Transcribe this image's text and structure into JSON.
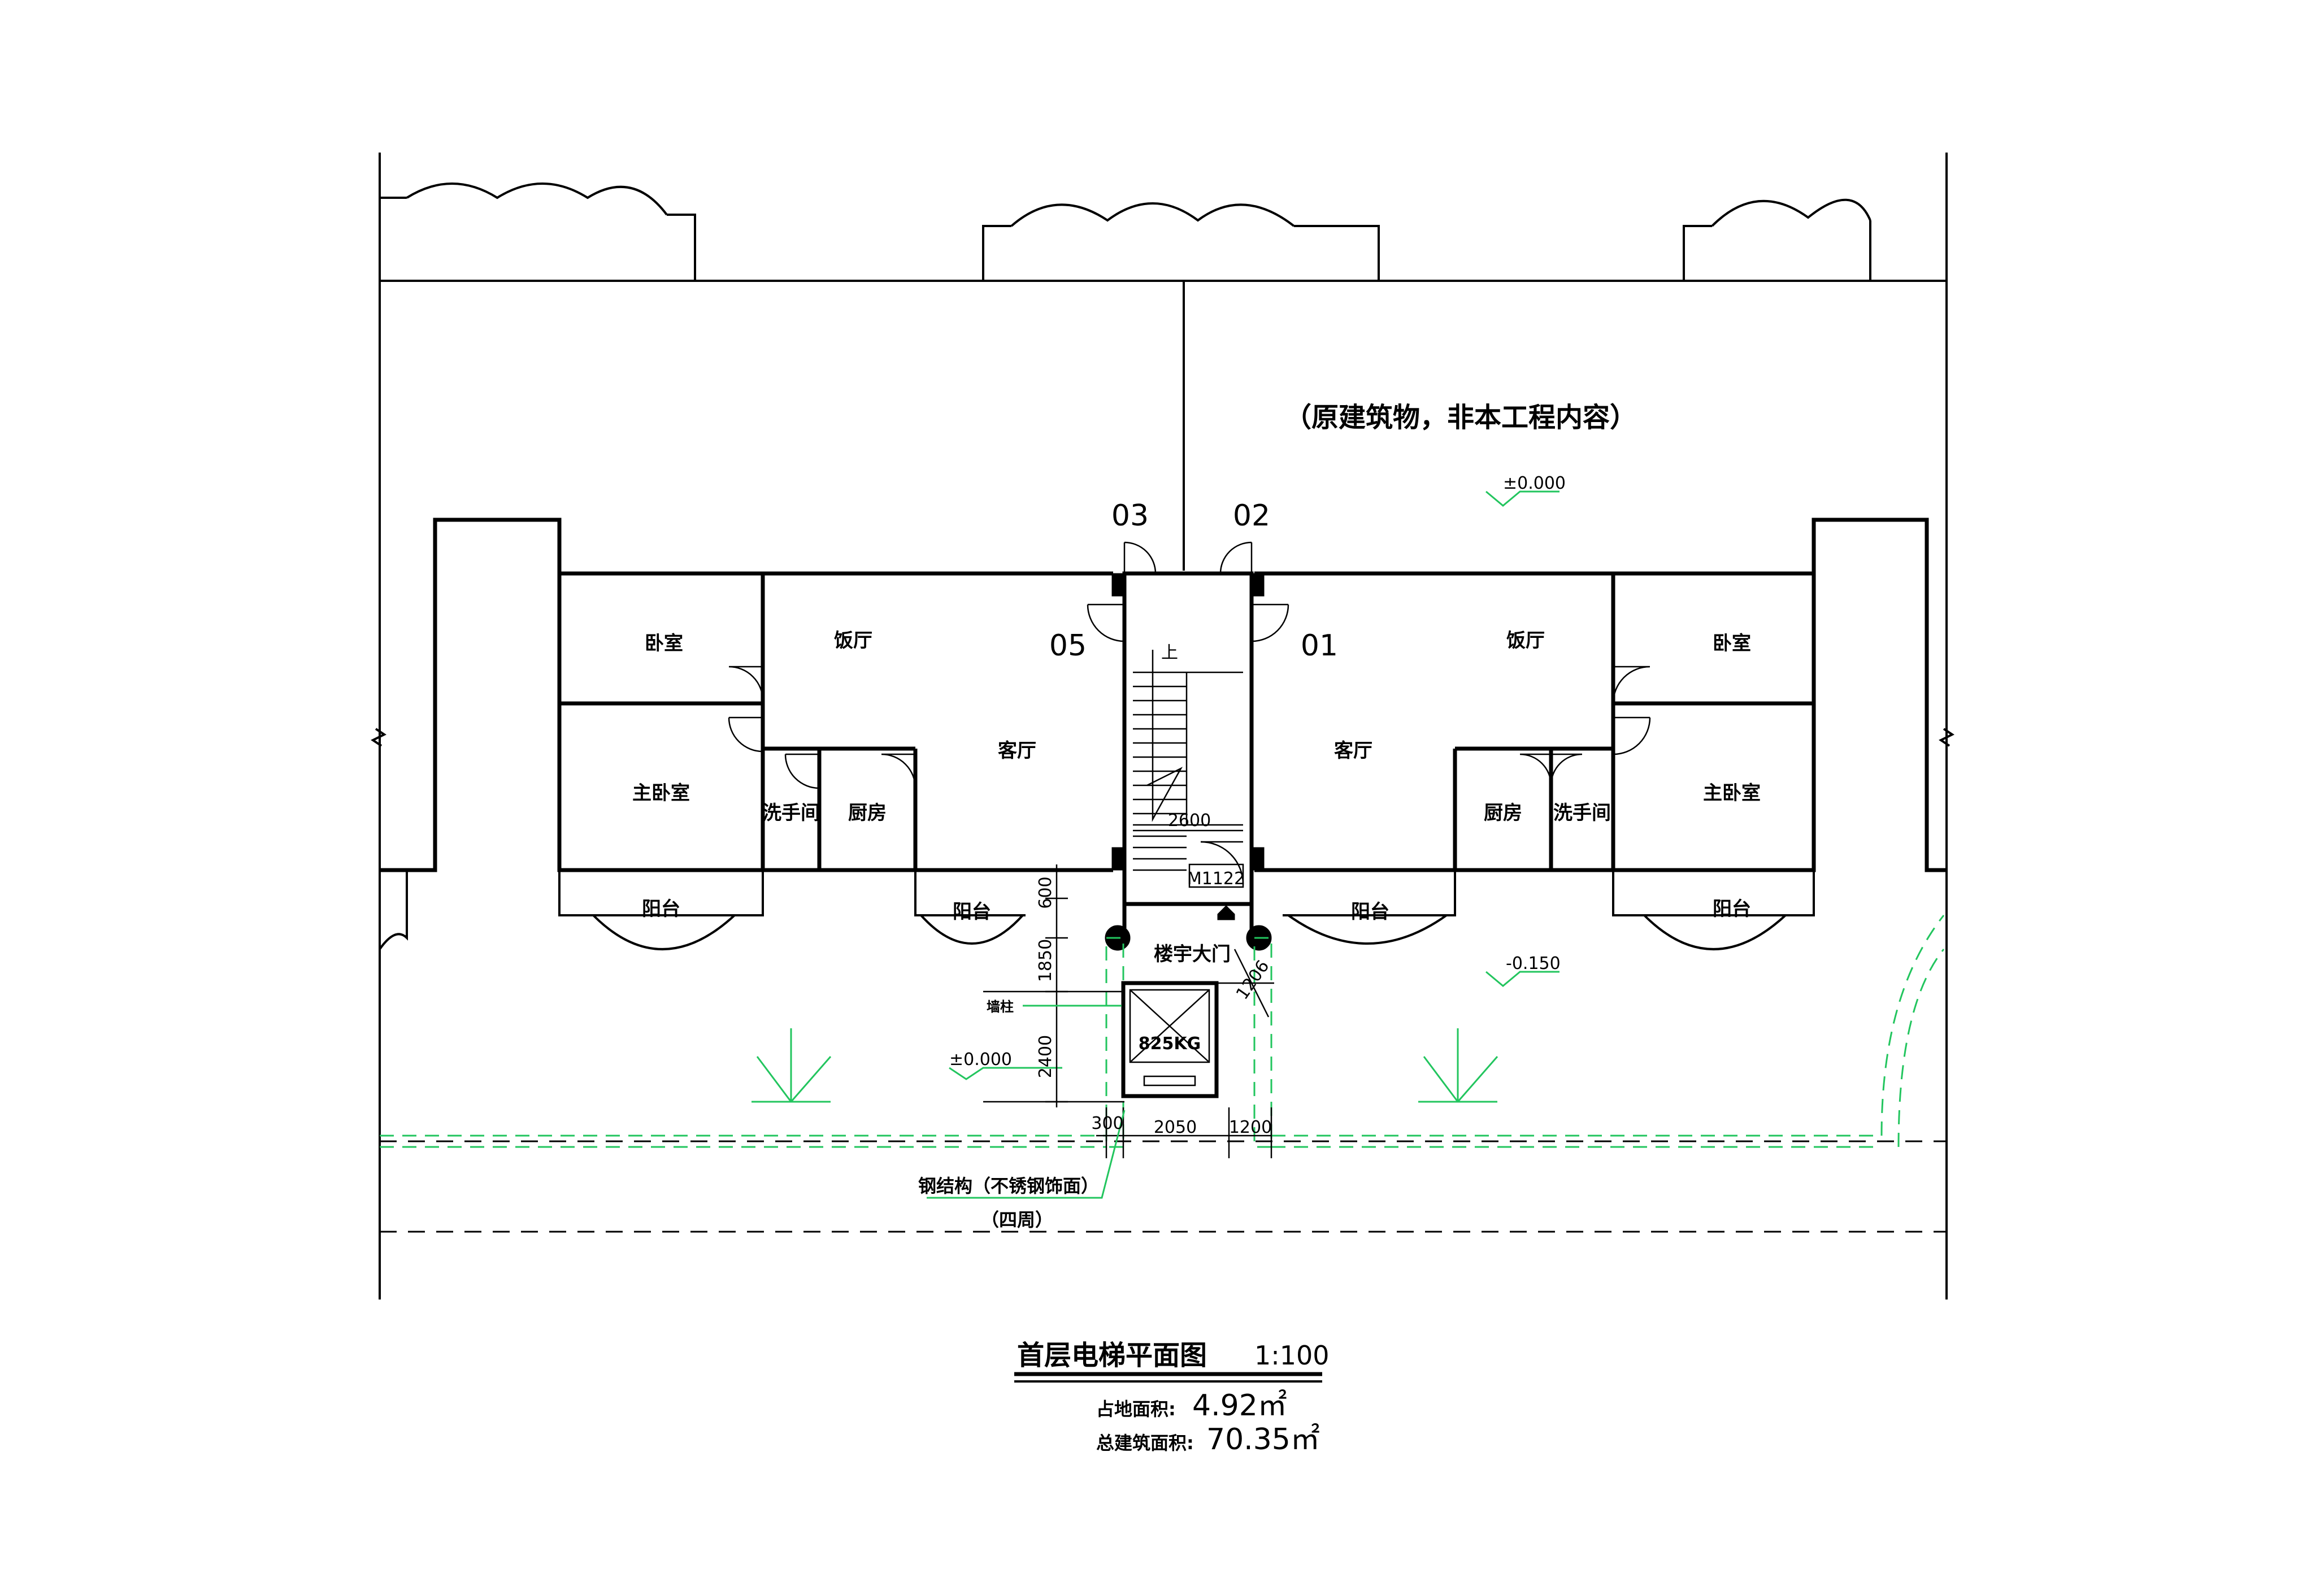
{
  "annotation_original": "（原建筑物，非本工程内容）",
  "levels": {
    "l1": "±0.000",
    "l2": "-0.150",
    "l3": "±0.000"
  },
  "doors": {
    "d03": "03",
    "d02": "02",
    "d05": "05",
    "d01": "01",
    "m1122": "M1122"
  },
  "stair_up": "上",
  "rooms": {
    "bedroom": "卧室",
    "dining": "饭厅",
    "living": "客厅",
    "master": "主卧室",
    "washroom": "洗手间",
    "kitchen": "厨房",
    "balcony": "阳台"
  },
  "main_entrance": "楼宇大门",
  "elevator": {
    "capacity": "825KG",
    "label_left": "墙柱"
  },
  "dims": {
    "d600": "600",
    "d1850": "1850",
    "d2400": "2400",
    "d300": "300",
    "d2050": "2050",
    "d1200": "1200",
    "d2600": "2600",
    "d1206": "1206"
  },
  "steel_note": {
    "line1": "钢结构（不锈钢饰面）",
    "line2": "（四周）"
  },
  "title": {
    "name": "首层电梯平面图",
    "scale": "1:100"
  },
  "areas": {
    "footprint_label": "占地面积:",
    "footprint_value": "4.92㎡",
    "total_label": "总建筑面积:",
    "total_value": "70.35㎡"
  }
}
